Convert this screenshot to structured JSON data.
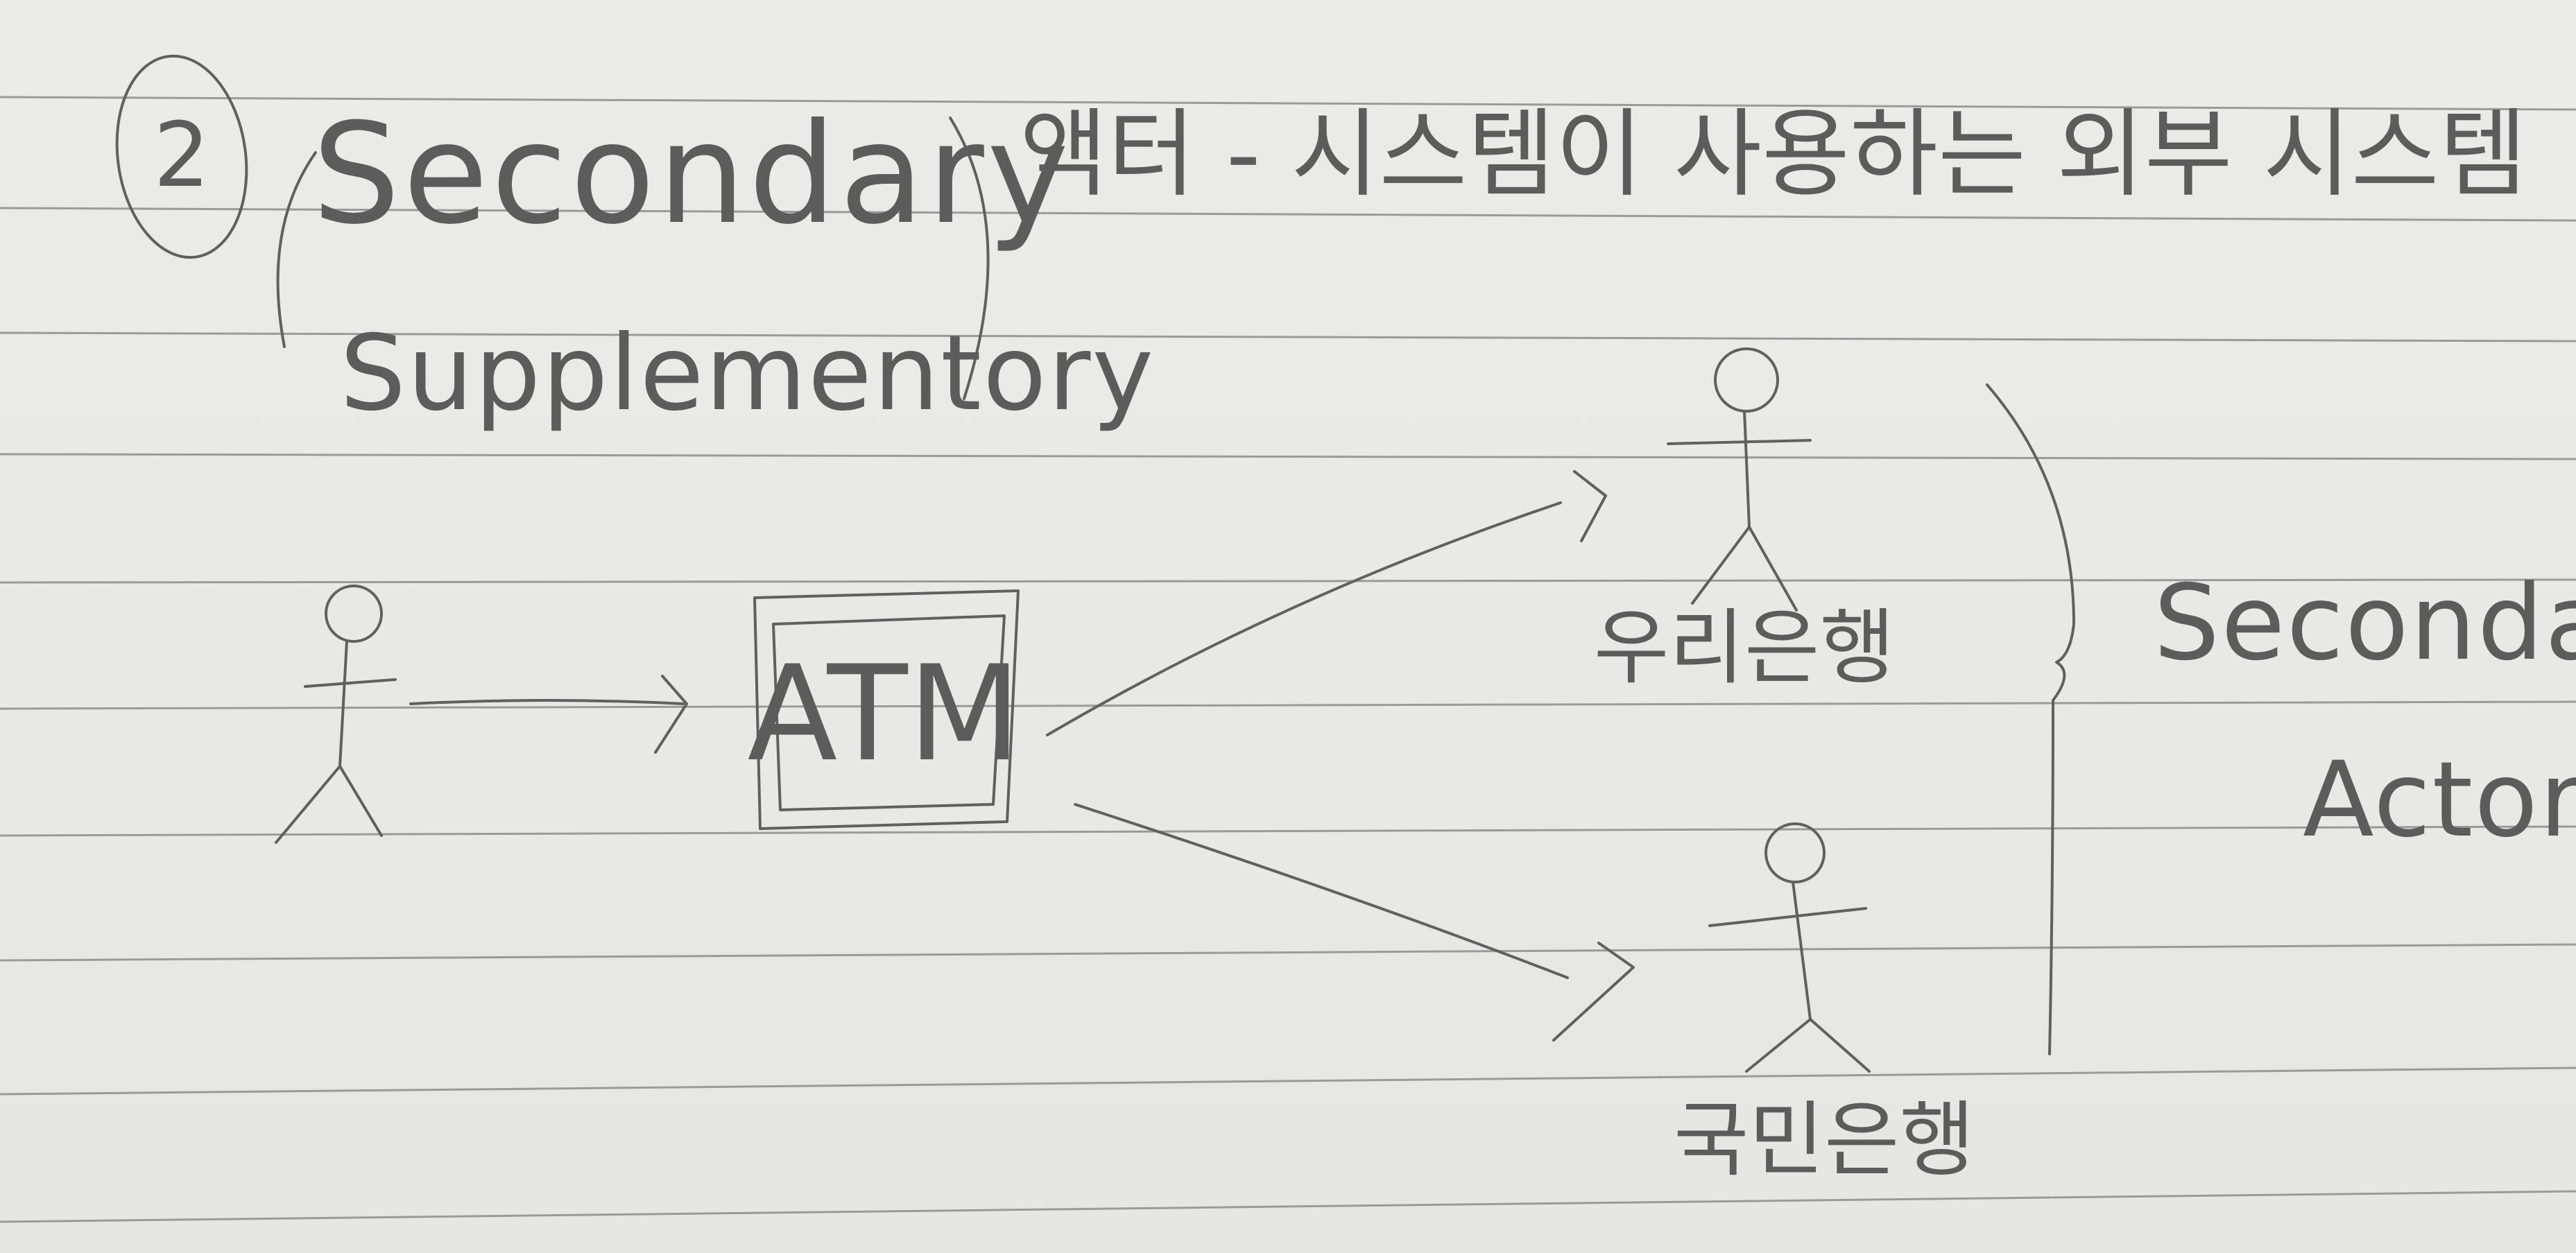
{
  "note": {
    "number": "2",
    "heading_term": "Secondary",
    "heading_alt": "Supplementory",
    "definition": "액터 - 시스템이 사용하는 외부 시스템"
  },
  "diagram": {
    "system_label": "ATM",
    "actor_top_label": "우리은행",
    "actor_bottom_label": "국민은행",
    "brace_label_line1": "Secondary",
    "brace_label_line2": "Actor"
  }
}
